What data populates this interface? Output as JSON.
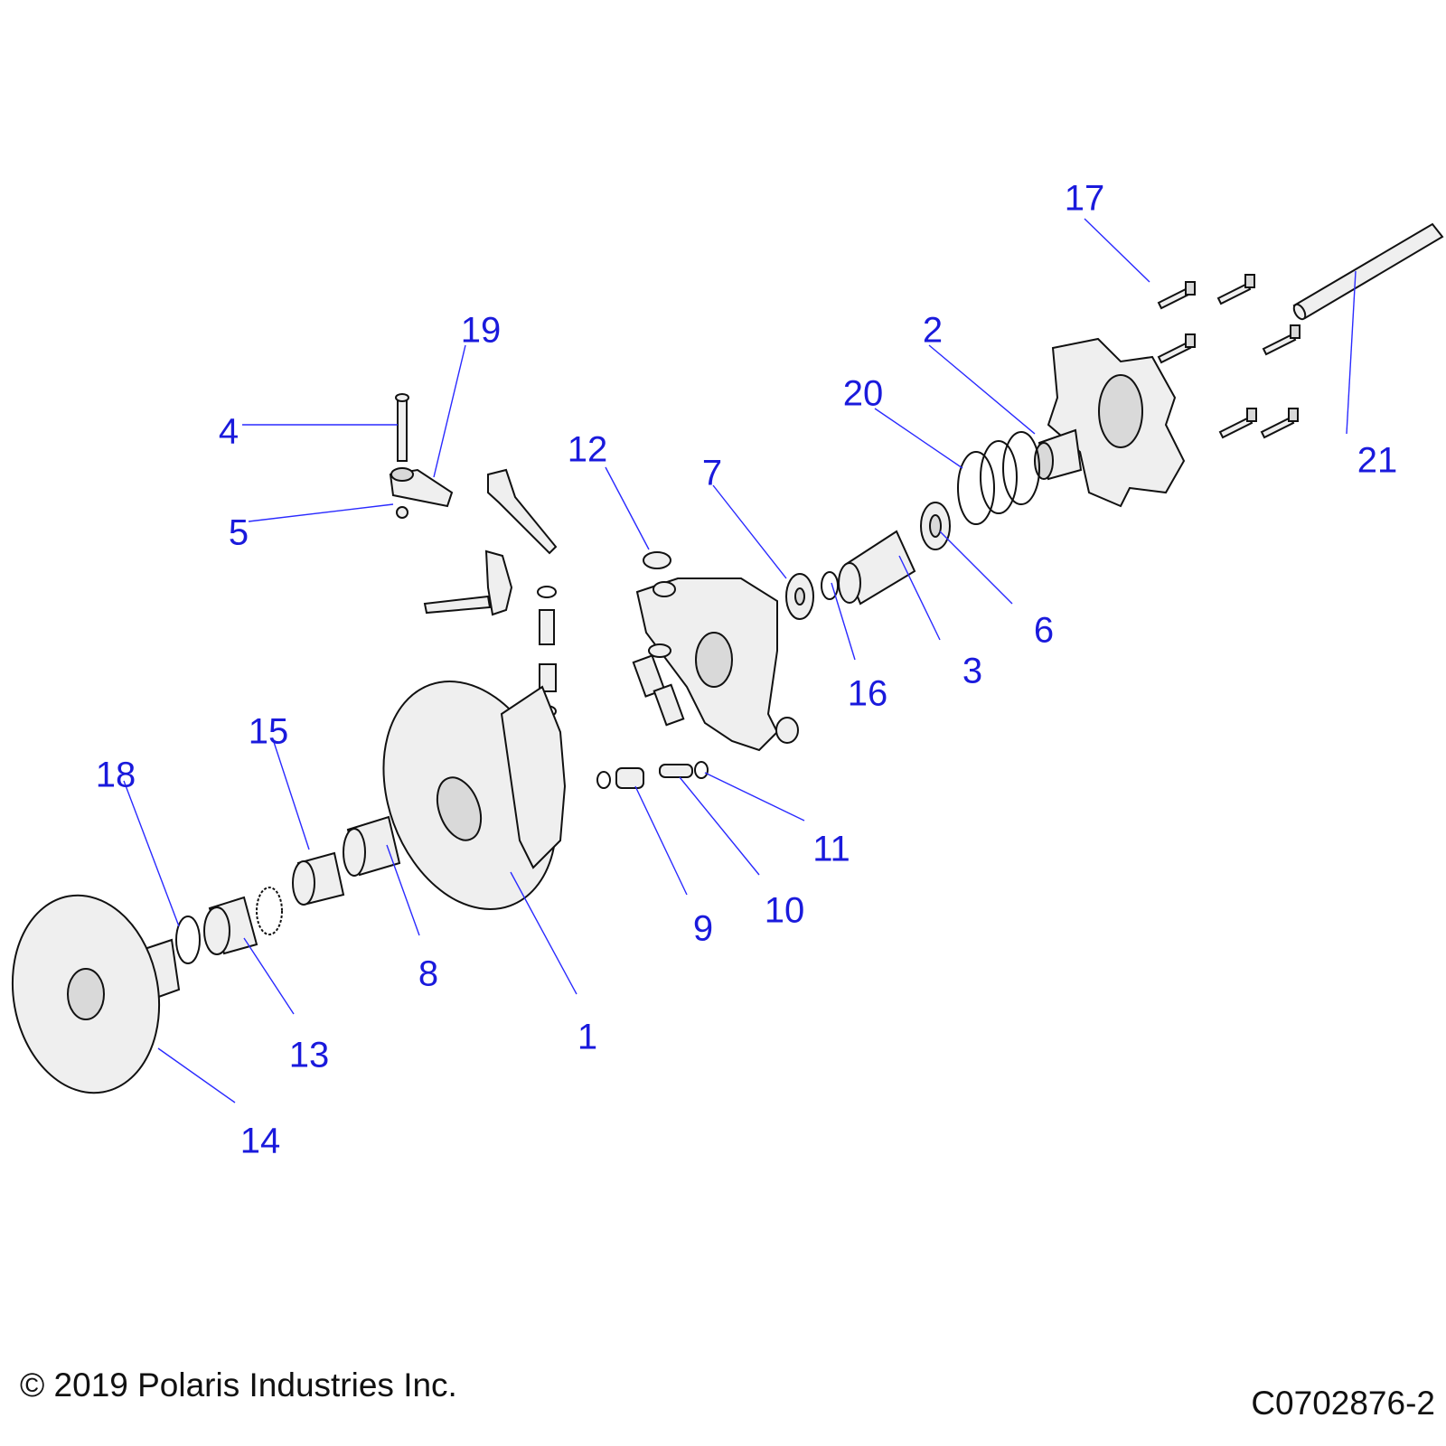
{
  "diagram": {
    "callouts": [
      "1",
      "2",
      "3",
      "4",
      "5",
      "6",
      "7",
      "8",
      "9",
      "10",
      "11",
      "12",
      "13",
      "14",
      "15",
      "16",
      "17",
      "18",
      "19",
      "20",
      "21"
    ]
  },
  "footer": {
    "copyright": "© 2019 Polaris Industries Inc.",
    "diagram_id": "C0702876-2"
  },
  "colors": {
    "label": "#1a1adc",
    "leader": "#2a2aff"
  }
}
